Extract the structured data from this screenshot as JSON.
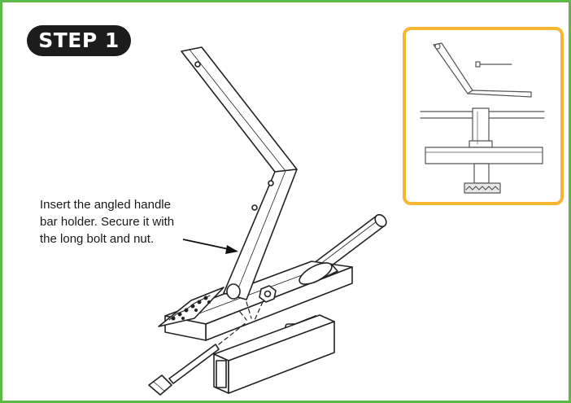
{
  "step": {
    "label": "STEP 1"
  },
  "instruction": {
    "lines": [
      "Insert the angled handle",
      "bar holder. Secure it with",
      "the long bolt and nut."
    ]
  },
  "colors": {
    "frame": "#5db947",
    "inset_border": "#f5b630",
    "badge": "#1c1c1c"
  }
}
